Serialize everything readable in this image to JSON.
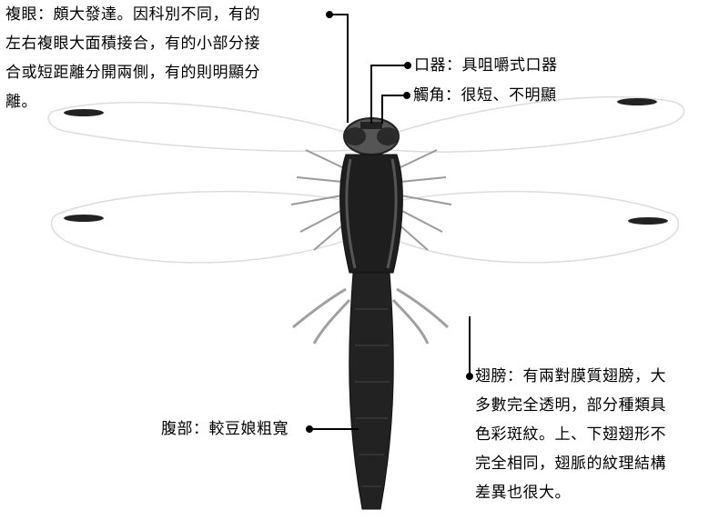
{
  "labels": {
    "compound_eyes": [
      "複眼：頗大發達。因科別不同，有的",
      "左右複眼大面積接合，有的小部分接",
      "合或短距離分開兩側，有的則明顯分",
      "離。"
    ],
    "mouthparts": "口器：具咀嚼式口器",
    "antennae": "觸角：很短、不明顯",
    "wings": [
      "翅膀：有兩對膜質翅膀，大",
      "多數完全透明，部分種類具",
      "色彩斑紋。上、下翅翅形不",
      "完全相同，翅脈的紋理結構",
      "差異也很大。"
    ],
    "abdomen": "腹部：較豆娘粗寬"
  },
  "colors": {
    "body": "#1a1a1a",
    "thorax_dark": "#222222",
    "wing_edge": "#d8d8d8",
    "stigma": "#222222",
    "leg_gray": "#9a9a9a",
    "line": "#000000"
  }
}
